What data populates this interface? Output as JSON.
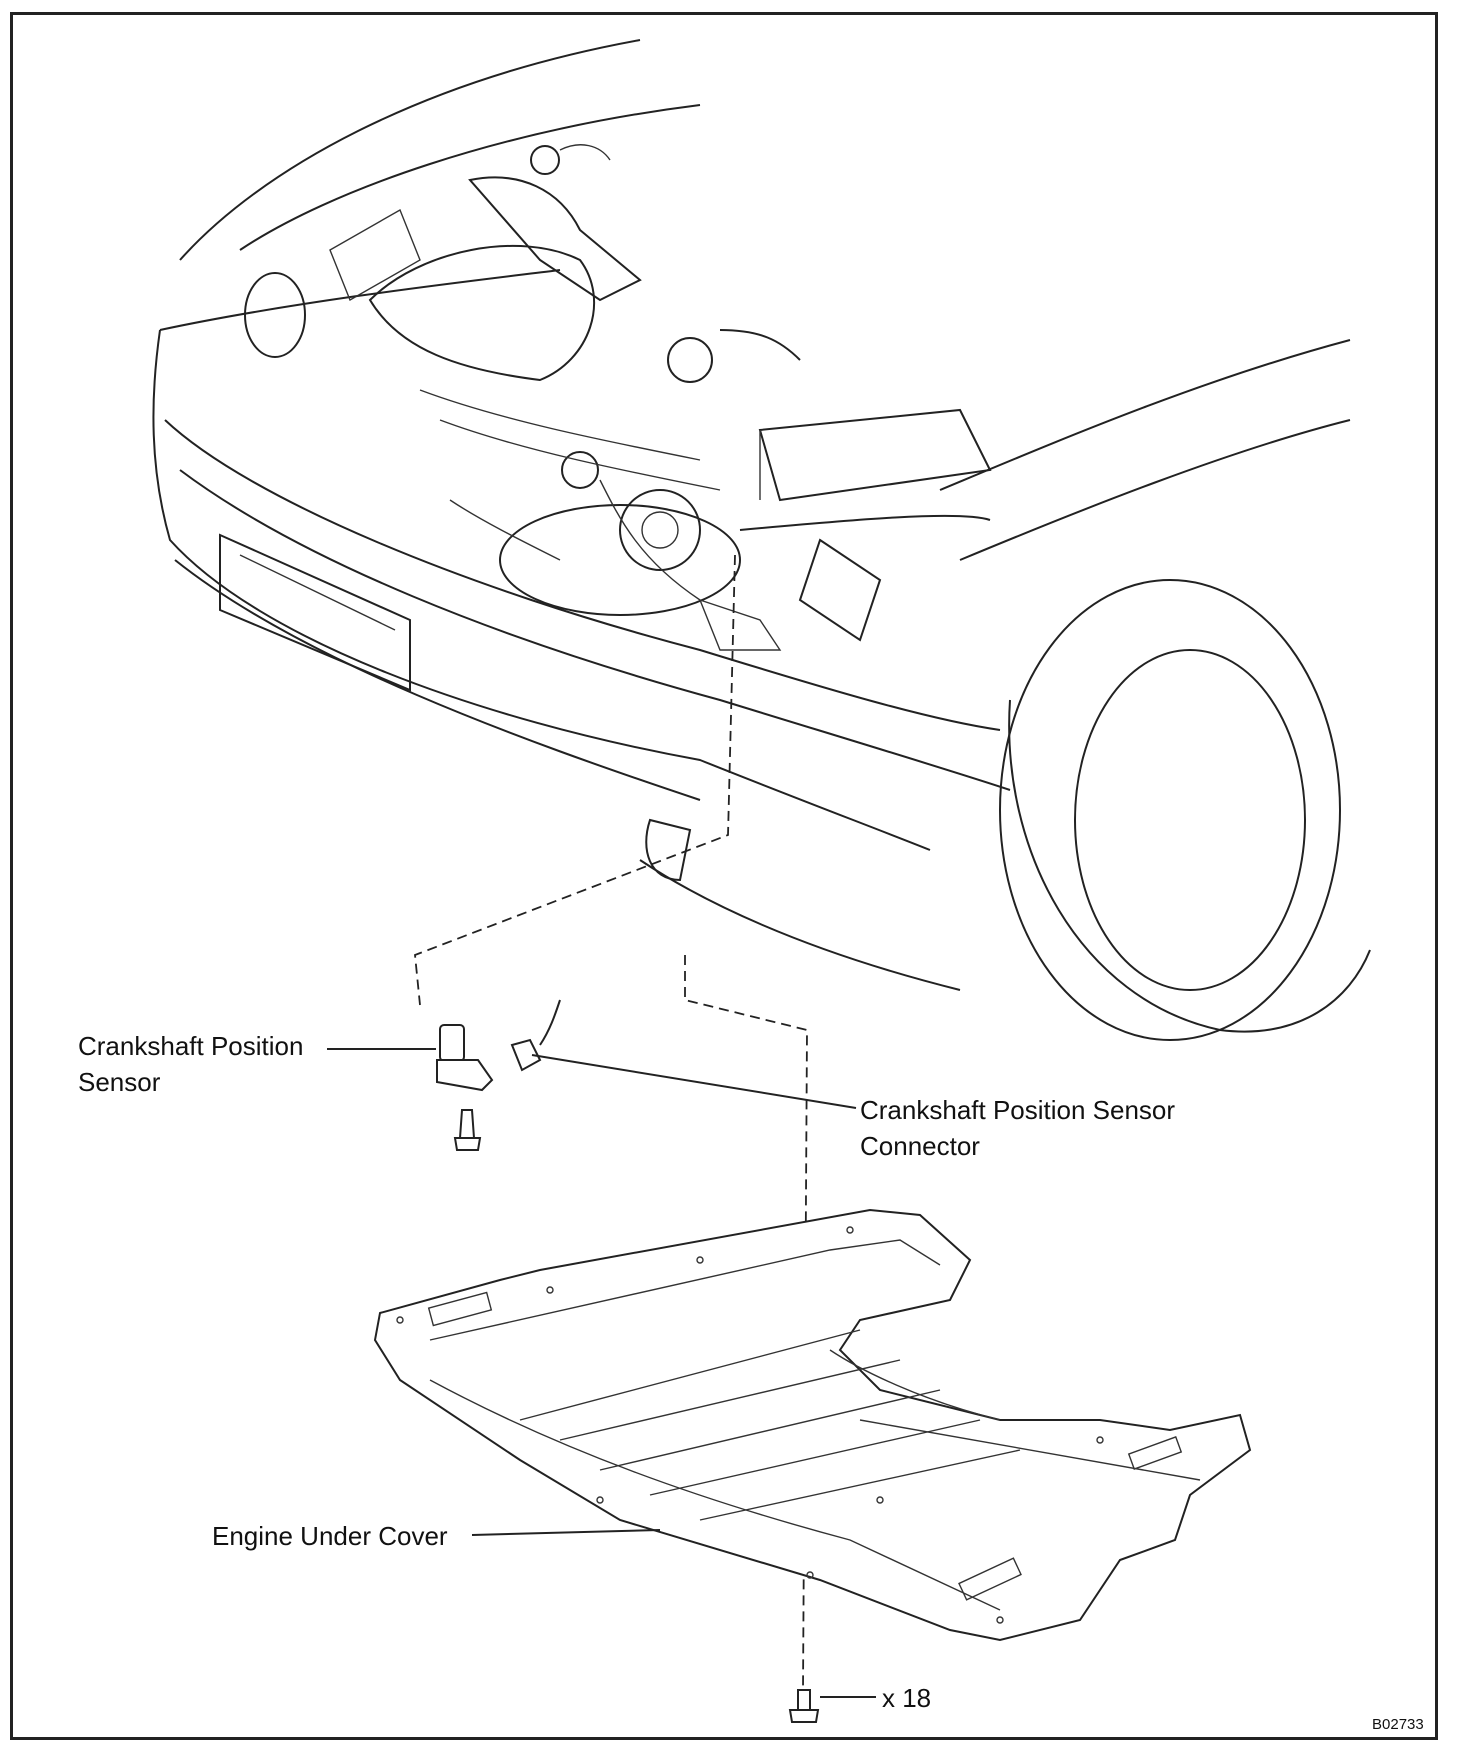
{
  "labels": {
    "crank_sensor_line1": "Crankshaft Position",
    "crank_sensor_line2": "Sensor",
    "connector_line1": "Crankshaft Position Sensor",
    "connector_line2": "Connector",
    "under_cover": "Engine Under Cover",
    "bolt_count": "x 18"
  },
  "figure_code": "B02733"
}
